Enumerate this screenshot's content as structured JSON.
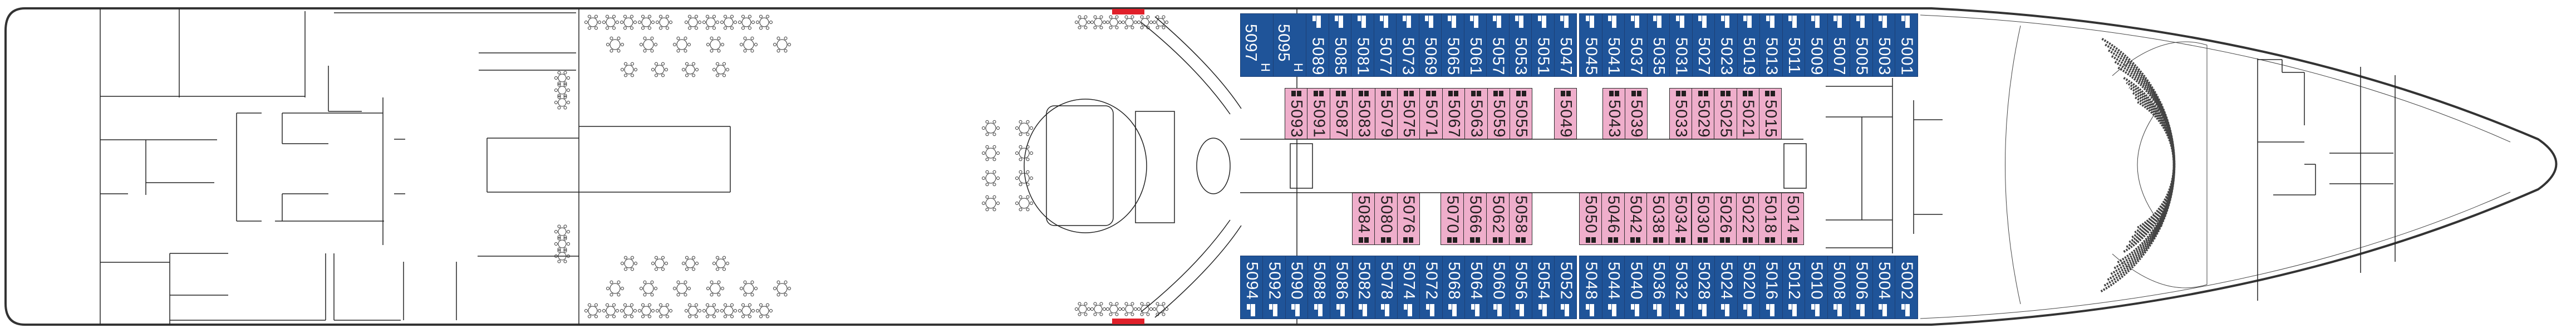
{
  "deck": {
    "accessible_mark": "H",
    "colors": {
      "outside_cabin": "#1f5499",
      "inside_cabin": "#efaecb",
      "muster_marker": "#e0202a",
      "hull": "#333333"
    },
    "cabins": {
      "top_outside": [
        [
          "5097",
          "5095"
        ],
        [
          "5089",
          "5085",
          "5081",
          "5077",
          "5073",
          "5069",
          "5065",
          "5061",
          "5057",
          "5053",
          "5051",
          "5047"
        ],
        [
          "5045",
          "5041",
          "5037",
          "5035",
          "5031",
          "5027",
          "5023",
          "5019",
          "5013",
          "5011",
          "5009",
          "5007",
          "5005",
          "5003",
          "5001"
        ]
      ],
      "top_outside_accessible": [
        "5097",
        "5095"
      ],
      "top_inside": [
        [
          "5093",
          "5091",
          "5087",
          "5083",
          "5079",
          "5075",
          "5071",
          "5067",
          "5063",
          "5059",
          "5055"
        ],
        [
          "5049"
        ],
        [
          "5043",
          "5039"
        ],
        [
          "5033",
          "5029",
          "5025",
          "5021",
          "5015"
        ]
      ],
      "bottom_inside": [
        [
          "5084",
          "5080",
          "5076"
        ],
        [
          "5070",
          "5066",
          "5062",
          "5058"
        ],
        [
          "5050",
          "5046",
          "5042",
          "5038",
          "5034",
          "5030",
          "5026",
          "5022",
          "5018",
          "5014"
        ]
      ],
      "bottom_outside": [
        [
          "5094",
          "5092",
          "5090",
          "5088",
          "5086",
          "5082",
          "5078",
          "5074",
          "5072",
          "5068",
          "5064",
          "5060",
          "5056",
          "5054",
          "5052"
        ],
        [
          "5048",
          "5044",
          "5040",
          "5036",
          "5032",
          "5028",
          "5024",
          "5020",
          "5016",
          "5012",
          "5010",
          "5008",
          "5006",
          "5004",
          "5002"
        ]
      ]
    }
  }
}
